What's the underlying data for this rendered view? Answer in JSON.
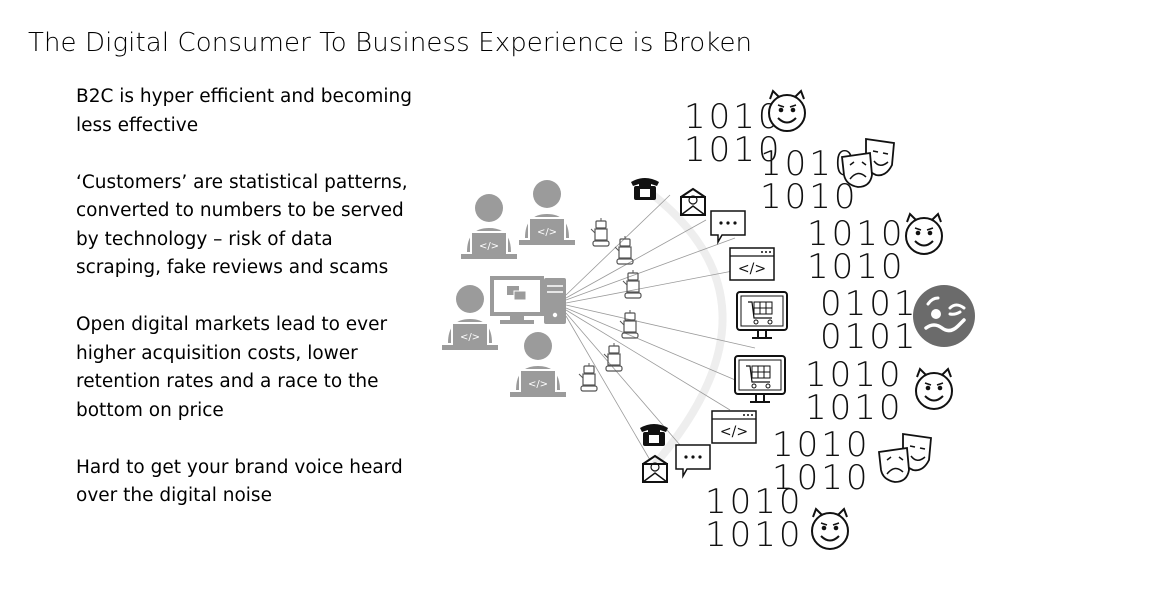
{
  "title": "The Digital Consumer To Business Experience is Broken",
  "bullets": [
    "B2C is hyper efficient and becoming less effective",
    "‘Customers’ are statistical patterns, converted to numbers to be served by technology – risk of data scraping, fake reviews and scams",
    "Open digital markets lead to ever higher acquisition costs, lower retention rates and a race to the bottom on price",
    "Hard to get your brand voice heard over the digital noise"
  ],
  "diagram": {
    "hub": {
      "people": [
        "developer-woman",
        "developer-woman",
        "developer-man",
        "developer-man"
      ],
      "center": "desktop-computer-chat-icon"
    },
    "channels": [
      "phone",
      "email",
      "chat",
      "web-code",
      "shopping-cart-screen",
      "shopping-cart-screen",
      "web-code",
      "phone",
      "email",
      "chat"
    ],
    "robots_count": 6,
    "binary_blocks": [
      {
        "line1": "1010",
        "line2": "1010"
      },
      {
        "line1": "1010",
        "line2": "1010"
      },
      {
        "line1": "1010",
        "line2": "1010"
      },
      {
        "line1": "0101",
        "line2": "0101"
      },
      {
        "line1": "1010",
        "line2": "1010"
      },
      {
        "line1": "1010",
        "line2": "1010"
      },
      {
        "line1": "1010",
        "line2": "1010"
      }
    ],
    "faces": [
      "devil",
      "theatre-masks",
      "devil",
      "woozy-face",
      "devil",
      "theatre-masks",
      "devil"
    ],
    "colors": {
      "people_gray": "#9b9b9b",
      "woozy_gray": "#6b6b6b",
      "line_gray": "#999999",
      "icon_black": "#111111"
    }
  }
}
